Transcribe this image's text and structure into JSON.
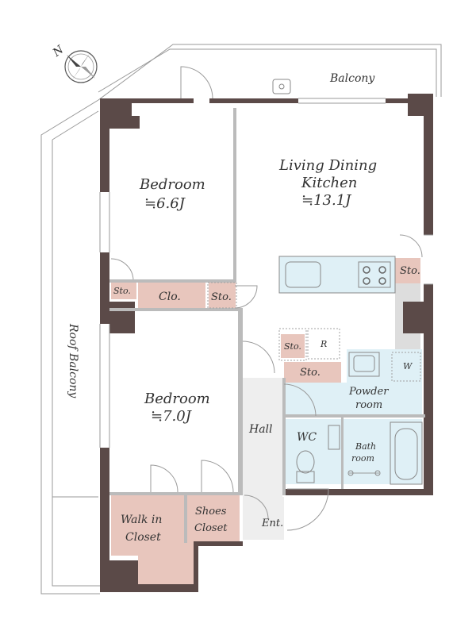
{
  "compass": {
    "north_label": "N",
    "icon": "compass-rose-icon"
  },
  "colors": {
    "wall": "#5b4a48",
    "storage": "#e8c6bd",
    "wet_area": "#dff0f6",
    "hall": "#eeeeee",
    "outline": "#9a9a9a"
  },
  "rooms": {
    "balcony": "Balcony",
    "roof_balcony": "Roof Balcony",
    "bedroom1": {
      "name": "Bedroom",
      "area": "≒6.6J"
    },
    "bedroom2": {
      "name": "Bedroom",
      "area": "≒7.0J"
    },
    "ldk": {
      "line1": "Living Dining",
      "line2": "Kitchen",
      "area": "≒13.1J"
    },
    "sto_bed1": "Sto.",
    "clo": "Clo.",
    "sto_mid": "Sto.",
    "sto_ldk": "Sto.",
    "sto_small": "Sto.",
    "refrigerator": "R",
    "sto_hall": "Sto.",
    "washer": "W",
    "powder_room": {
      "line1": "Powder",
      "line2": "room"
    },
    "hall": "Hall",
    "wc": "WC",
    "bath_room": {
      "line1": "Bath",
      "line2": "room"
    },
    "walk_in_closet": {
      "line1": "Walk in",
      "line2": "Closet"
    },
    "shoes_closet": {
      "line1": "Shoes",
      "line2": "Closet"
    },
    "entrance": "Ent."
  }
}
